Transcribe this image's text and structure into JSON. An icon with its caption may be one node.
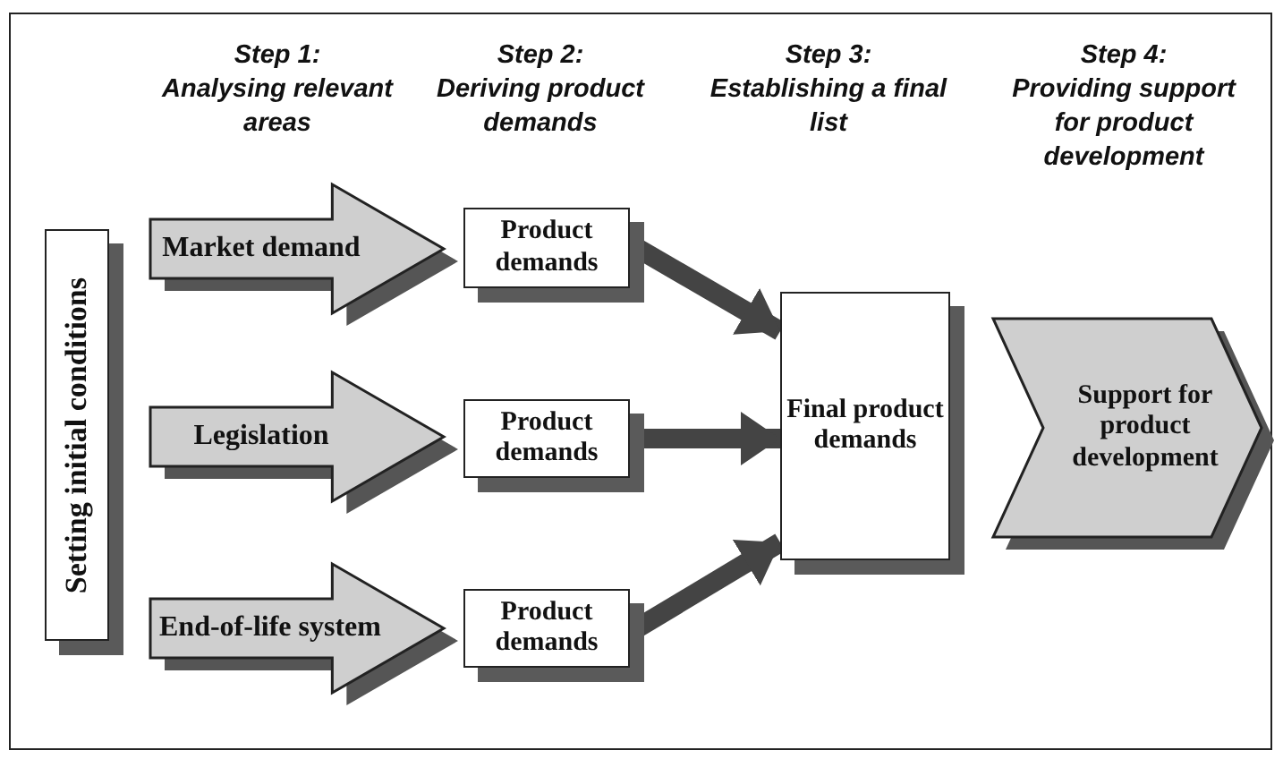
{
  "diagram": {
    "nodes": [
      {
        "text": [
          "Setting initial conditions"
        ]
      },
      {
        "text": [
          "Market demand"
        ]
      },
      {
        "text": [
          "Legislation"
        ]
      },
      {
        "text": [
          "End-of-life system"
        ]
      },
      {
        "text": [
          "Product demands"
        ]
      },
      {
        "text": [
          "Product demands"
        ]
      },
      {
        "text": [
          "Product demands"
        ]
      },
      {
        "text": [
          "Final product demands"
        ]
      },
      {
        "text": [
          "Support for product development"
        ]
      }
    ],
    "edges": [
      {
        "from": 4,
        "to": 7,
        "arrow": "to"
      },
      {
        "from": 5,
        "to": 7,
        "arrow": "to"
      },
      {
        "from": 6,
        "to": 7,
        "arrow": "to"
      }
    ],
    "labels": [
      "Step 1:",
      "Analysing relevant areas",
      "Step 2:",
      "Deriving product demands",
      "Step 3:",
      "Establishing a final list",
      "Step 4:",
      "Providing support for product development"
    ]
  }
}
